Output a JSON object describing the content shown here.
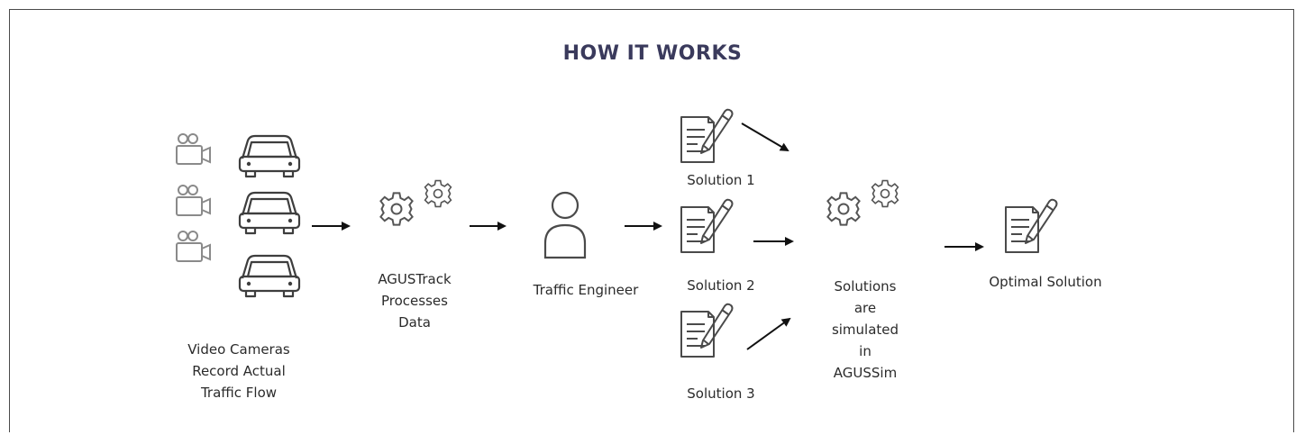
{
  "title": "HOW IT WORKS",
  "colors": {
    "title": "#3a3a5c",
    "icon_stroke": "#555555",
    "camera_stroke": "#8a8a8a",
    "arrow": "#111111",
    "frame": "#4a4a4a"
  },
  "nodes": {
    "cameras": {
      "icon": "video-camera-icon",
      "label": [
        "Video Cameras",
        "Record Actual",
        "Traffic Flow"
      ]
    },
    "cars": {
      "icon": "car-icon"
    },
    "agustrack": {
      "icon": "gears-icon",
      "label": [
        "AGUSTrack",
        "Processes",
        "Data"
      ]
    },
    "engineer": {
      "icon": "person-icon",
      "label": [
        "Traffic Engineer"
      ]
    },
    "solutions": [
      {
        "icon": "document-edit-icon",
        "label": "Solution 1"
      },
      {
        "icon": "document-edit-icon",
        "label": "Solution 2"
      },
      {
        "icon": "document-edit-icon",
        "label": "Solution 3"
      }
    ],
    "agussim": {
      "icon": "gears-icon",
      "label": [
        "Solutions",
        "are",
        "simulated",
        "in",
        "AGUSSim"
      ]
    },
    "optimal": {
      "icon": "document-edit-icon",
      "label": [
        "Optimal Solution"
      ]
    }
  },
  "edges": [
    {
      "from": "cars",
      "to": "agustrack"
    },
    {
      "from": "agustrack",
      "to": "engineer"
    },
    {
      "from": "engineer",
      "to": "solutions"
    },
    {
      "from": "solution-1",
      "to": "agussim"
    },
    {
      "from": "solution-2",
      "to": "agussim"
    },
    {
      "from": "solution-3",
      "to": "agussim"
    },
    {
      "from": "agussim",
      "to": "optimal"
    }
  ]
}
